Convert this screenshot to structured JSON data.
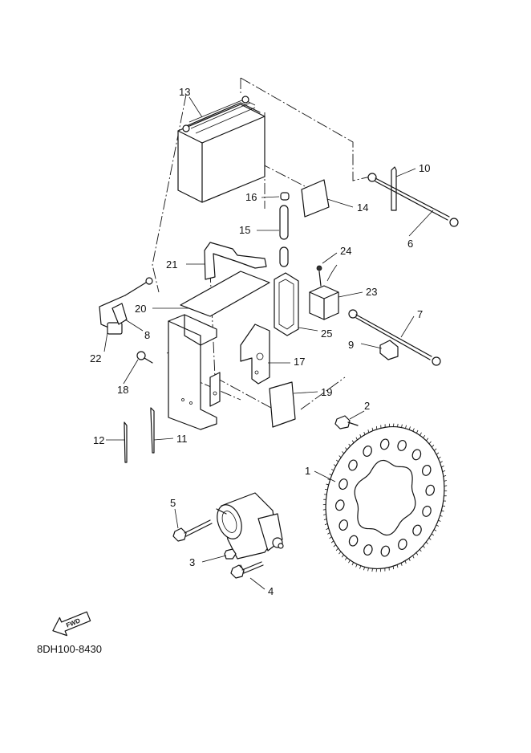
{
  "diagram": {
    "drawing_code": "8DH100-8430",
    "fwd_label": "FWD",
    "part_numbers": [
      "1",
      "2",
      "3",
      "4",
      "5",
      "6",
      "7",
      "8",
      "9",
      "10",
      "11",
      "12",
      "13",
      "14",
      "15",
      "16",
      "17",
      "18",
      "19",
      "20",
      "21",
      "22",
      "23",
      "24",
      "25"
    ]
  }
}
